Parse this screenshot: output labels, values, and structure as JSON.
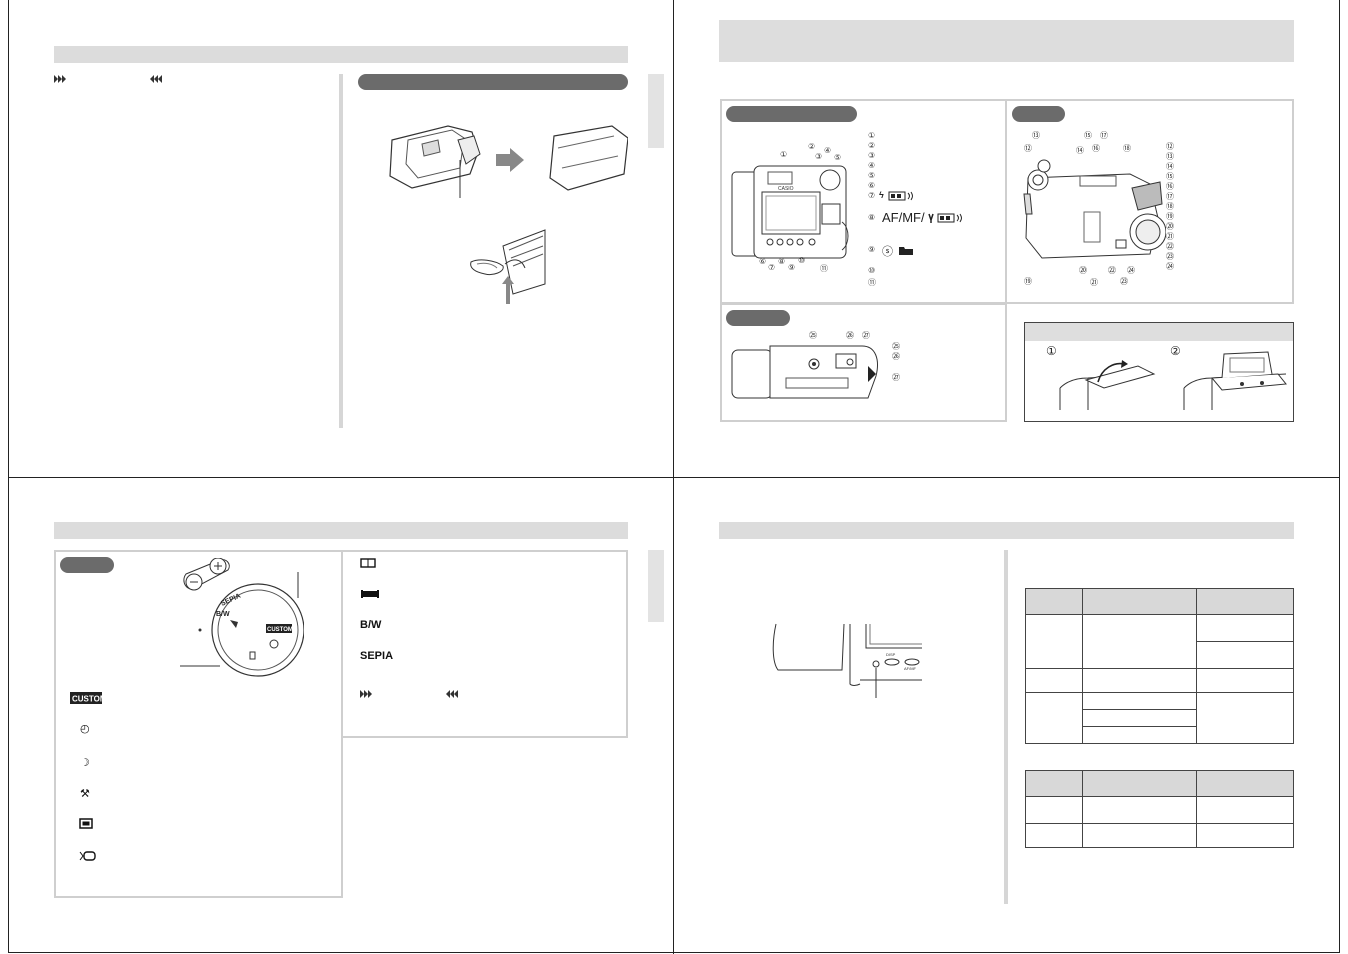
{
  "top_right": {
    "parts_labels": {
      "front": [
        "①",
        "②",
        "③",
        "④",
        "⑤",
        "⑥",
        "⑦",
        "⑧",
        "⑨",
        "⑩",
        "⑪"
      ],
      "mode_rows": {
        "row7": "ϟ",
        "row8": "AF/MF/",
        "row9": "ⓢ"
      },
      "back": [
        "⑫",
        "⑬",
        "⑭",
        "⑮",
        "⑯",
        "⑰",
        "⑱",
        "⑲",
        "⑳",
        "㉑",
        "㉒",
        "㉓",
        "㉔"
      ],
      "bottom": [
        "㉕",
        "㉖",
        "㉗"
      ]
    },
    "callouts_front": [
      "①",
      "②",
      "③",
      "④",
      "⑤",
      "⑥",
      "⑦",
      "⑧",
      "⑨",
      "⑩",
      "⑪"
    ],
    "callouts_back": [
      "⑬",
      "⑮",
      "⑰",
      "⑫",
      "⑭",
      "⑯",
      "⑱",
      "⑲",
      "⑳",
      "㉑",
      "㉒",
      "㉓",
      "㉔"
    ],
    "callouts_bottom": [
      "㉕",
      "㉖",
      "㉗"
    ],
    "cover_steps": [
      "①",
      "②"
    ],
    "camera_brand": "CASIO"
  },
  "bottom_left": {
    "dial_labels": {
      "sepia": "SEPIA",
      "bw": "B/W",
      "custom": "CUSTOM"
    },
    "mode_icons": [
      {
        "icon": "custom-badge",
        "glyph": "CUSTOM"
      },
      {
        "icon": "portrait-icon",
        "glyph": "◴"
      },
      {
        "icon": "night-scene-icon",
        "glyph": "☽"
      },
      {
        "icon": "sports-icon",
        "glyph": "⚒"
      },
      {
        "icon": "text-mode-icon",
        "glyph": "▭"
      },
      {
        "icon": "landscape-icon",
        "glyph": "◌"
      }
    ],
    "right_column": [
      {
        "icon": "panorama-icon",
        "glyph": "◫"
      },
      {
        "icon": "film-icon",
        "glyph": "▬"
      },
      {
        "icon": "bw-label",
        "glyph": "B/W"
      },
      {
        "icon": "sepia-label",
        "glyph": "SEPIA"
      }
    ]
  },
  "bottom_right": {
    "buttons": [
      "DISP",
      "AF/MF"
    ]
  }
}
